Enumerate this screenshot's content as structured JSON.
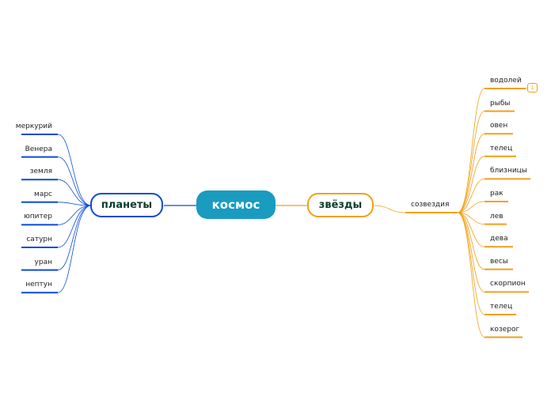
{
  "colors": {
    "root": "#1a9bc0",
    "planets": "#0b4bd8",
    "stars": "#f2a016"
  },
  "root": {
    "label": "космос"
  },
  "planets": {
    "label": "планеты",
    "items": [
      "меркурий",
      "Венера",
      "земля",
      "марс",
      "юпитер",
      "сатурн",
      "уран",
      "нептун"
    ]
  },
  "stars": {
    "label": "звёзды",
    "constellations": {
      "label": "созвездия",
      "items": [
        "водолей",
        "рыбы",
        "овен",
        "телец",
        "близницы",
        "рак",
        "лев",
        "дева",
        "весы",
        "скорпион",
        "телец",
        "козерог"
      ],
      "badge": "1"
    }
  }
}
